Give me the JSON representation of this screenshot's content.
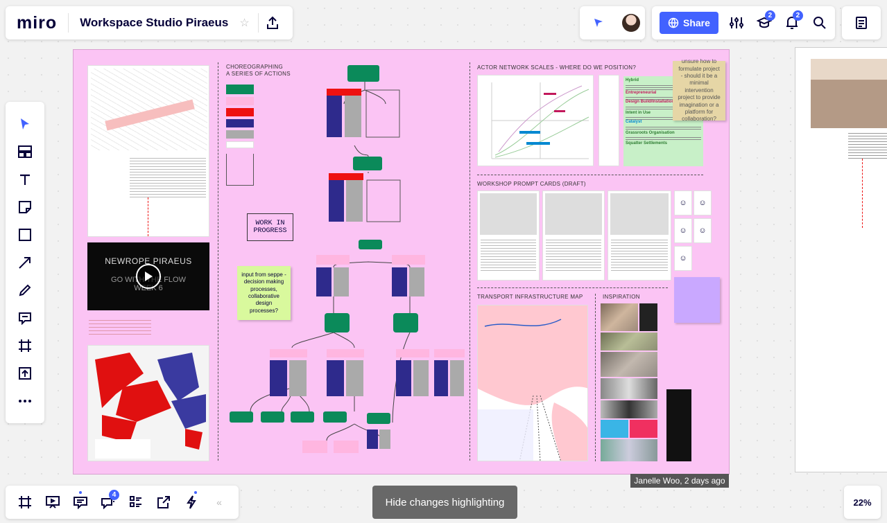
{
  "app": {
    "logo": "miro",
    "board_title": "Workspace Studio Piraeus"
  },
  "topbar": {
    "share_label": "Share",
    "apps_badge": "2",
    "notifications_badge": "2",
    "zoom": "22%"
  },
  "bottombar": {
    "comments_badge": "4",
    "hide_changes_label": "Hide changes highlighting"
  },
  "board": {
    "choreo_title": "CHOREOGRAPHING\nA SERIES OF ACTIONS",
    "work_in_progress": "WORK IN\nPROGRESS",
    "sticky_seppe": "input from seppe - decision making processes, collaborative design processes?",
    "actor_title": "ACTOR NETWORK SCALES - WHERE DO WE POSITION?",
    "sticky_formulate": "unsure how to formulate project - should it be a minimal intervention project to provide imagination or a platform for collaboration?",
    "workshop_title": "WORKSHOP PROMPT CARDS (DRAFT)",
    "transport_title": "TRANSPORT INFRASTRUCTURE MAP",
    "inspiration_title": "INSPIRATION",
    "video_title_1": "NEWROPE PIRAEUS",
    "video_title_2": "GO WITH THE FLOW",
    "video_title_3": "WEEK 6",
    "actor_items": [
      {
        "label": "Hybrid",
        "color": "#2e7d32"
      },
      {
        "label": "Entrepreneurial",
        "color": "#c2185b"
      },
      {
        "label": "Design Build/Installation",
        "color": "#c2185b"
      },
      {
        "label": "Intent in Use",
        "color": "#2e7d32"
      },
      {
        "label": "Catalyst",
        "color": "#0288d1"
      },
      {
        "label": "Grassroots Organisation",
        "color": "#2e7d32"
      },
      {
        "label": "Squatter Settlements",
        "color": "#2e7d32"
      }
    ],
    "author_tag": "Janelle Woo, 2 days ago"
  },
  "colors": {
    "frame": "#fbc4f4",
    "accent": "#4262ff"
  }
}
